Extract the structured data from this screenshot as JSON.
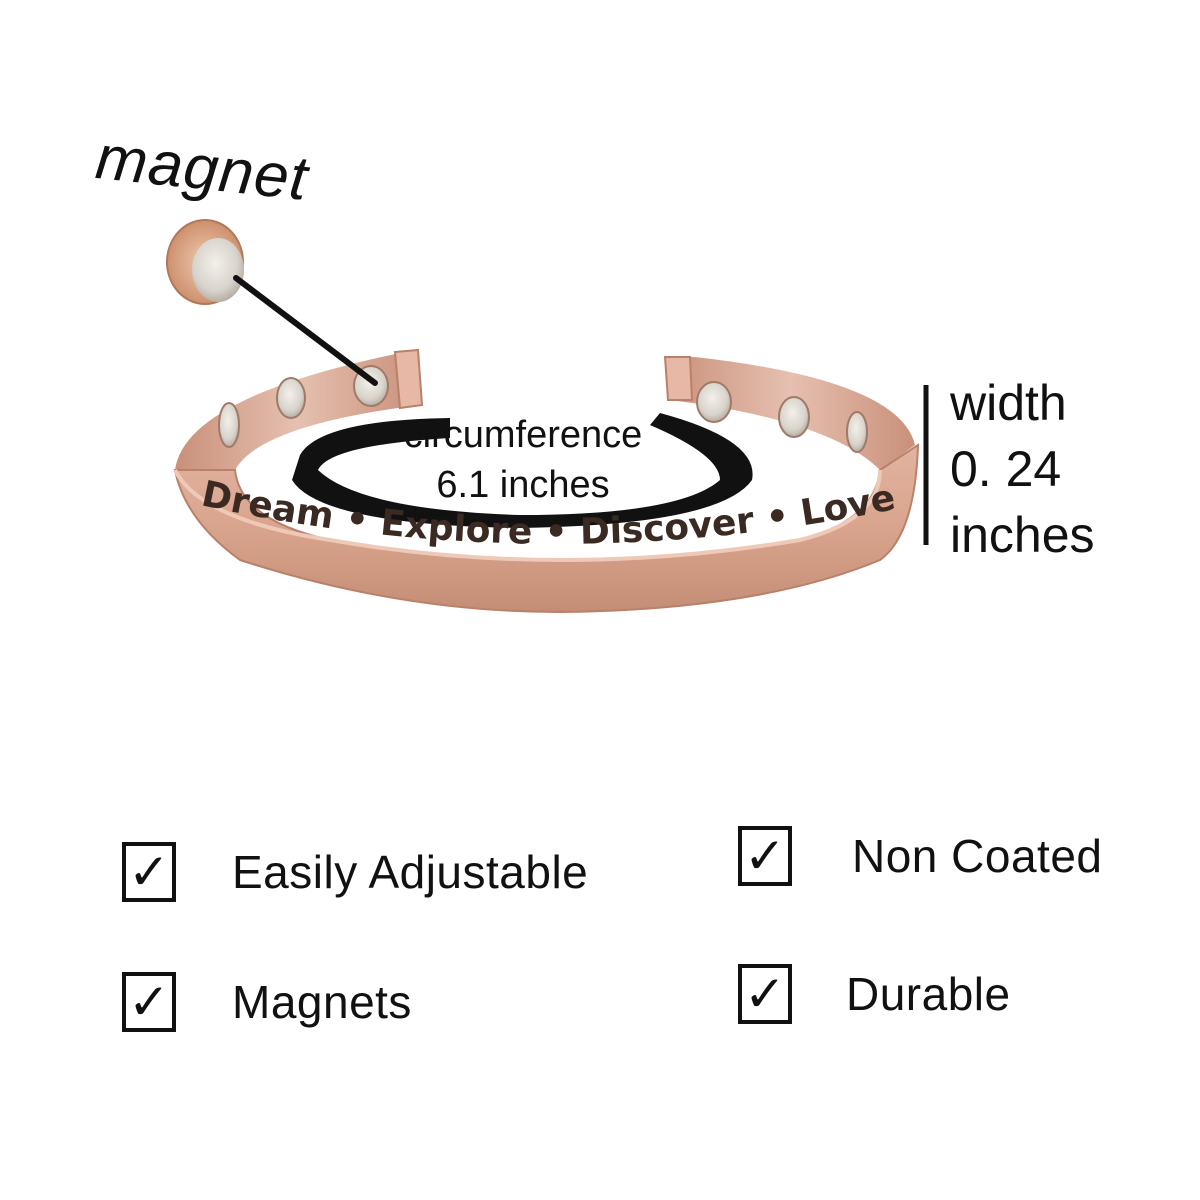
{
  "product_labels": {
    "magnet": "magnet",
    "circumference_line1": "circumference",
    "circumference_line2": "6.1 inches",
    "width_line1": "width",
    "width_line2": "0. 24",
    "width_line3": "inches"
  },
  "engraving": "Dream • Explore • Discover • Love",
  "features": [
    {
      "label": "Easily Adjustable",
      "checked": true
    },
    {
      "label": "Magnets",
      "checked": true
    },
    {
      "label": "Non Coated",
      "checked": true
    },
    {
      "label": "Durable",
      "checked": true
    }
  ],
  "check_glyph": "✓",
  "colors": {
    "copper": "#d9a48d",
    "copper_dark": "#b9806a",
    "engraving": "#3a2a22",
    "ink": "#111111"
  }
}
